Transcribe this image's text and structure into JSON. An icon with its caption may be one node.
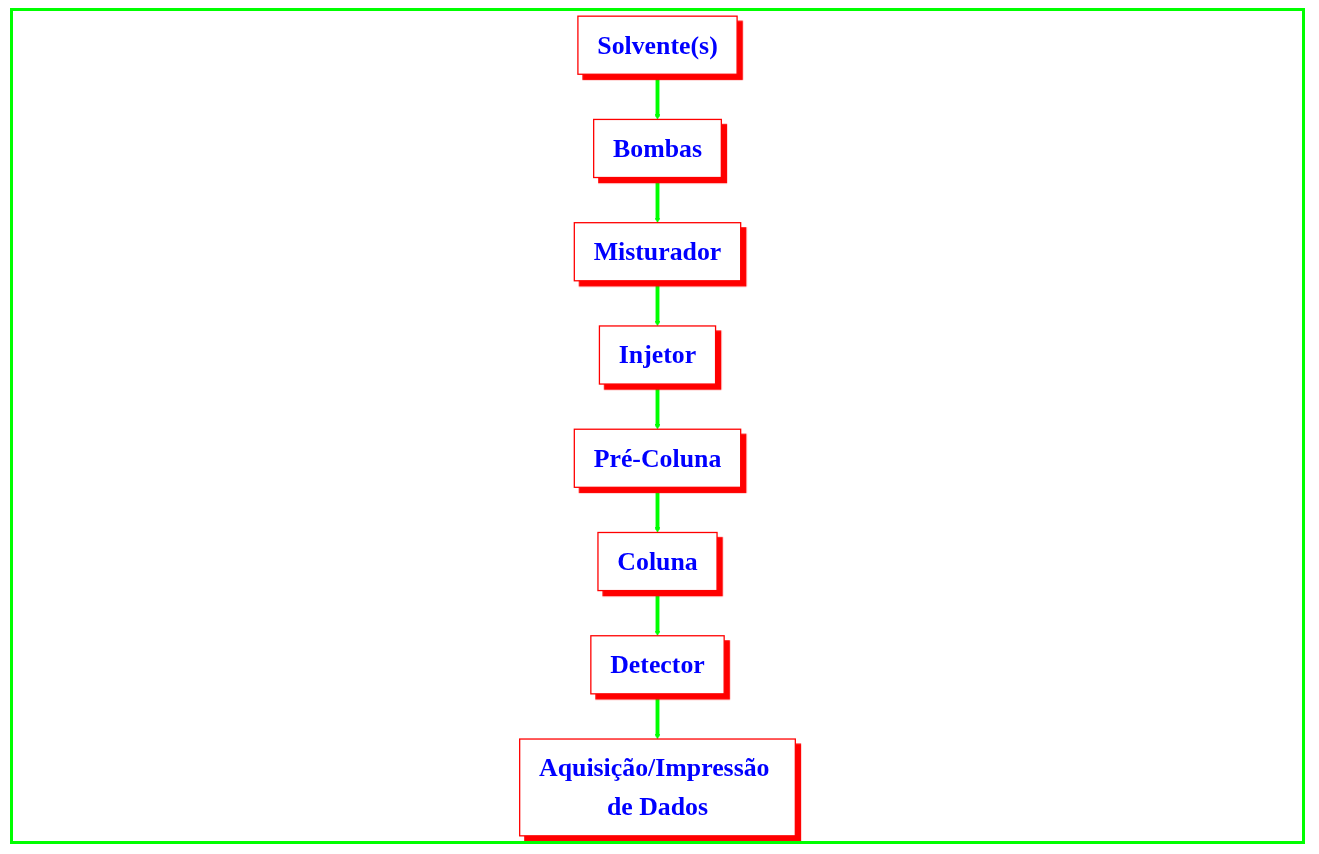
{
  "diagram": {
    "nodes": [
      {
        "text": [
          "Solvente(s)"
        ]
      },
      {
        "text": [
          "Bombas"
        ]
      },
      {
        "text": [
          "Misturador"
        ]
      },
      {
        "text": [
          "Injetor"
        ]
      },
      {
        "text": [
          "Pré-Coluna"
        ]
      },
      {
        "text": [
          "Coluna"
        ]
      },
      {
        "text": [
          "Detector"
        ]
      },
      {
        "text": [
          "Aquisição/Impressão de Dados"
        ]
      }
    ],
    "edges": [
      {
        "from": 0,
        "to": 1,
        "arrow": "to"
      },
      {
        "from": 1,
        "to": 2,
        "arrow": "to"
      },
      {
        "from": 2,
        "to": 3,
        "arrow": "to"
      },
      {
        "from": 3,
        "to": 4,
        "arrow": "to"
      },
      {
        "from": 4,
        "to": 5,
        "arrow": "to"
      },
      {
        "from": 5,
        "to": 6,
        "arrow": "to"
      },
      {
        "from": 6,
        "to": 7,
        "arrow": "to"
      }
    ]
  }
}
